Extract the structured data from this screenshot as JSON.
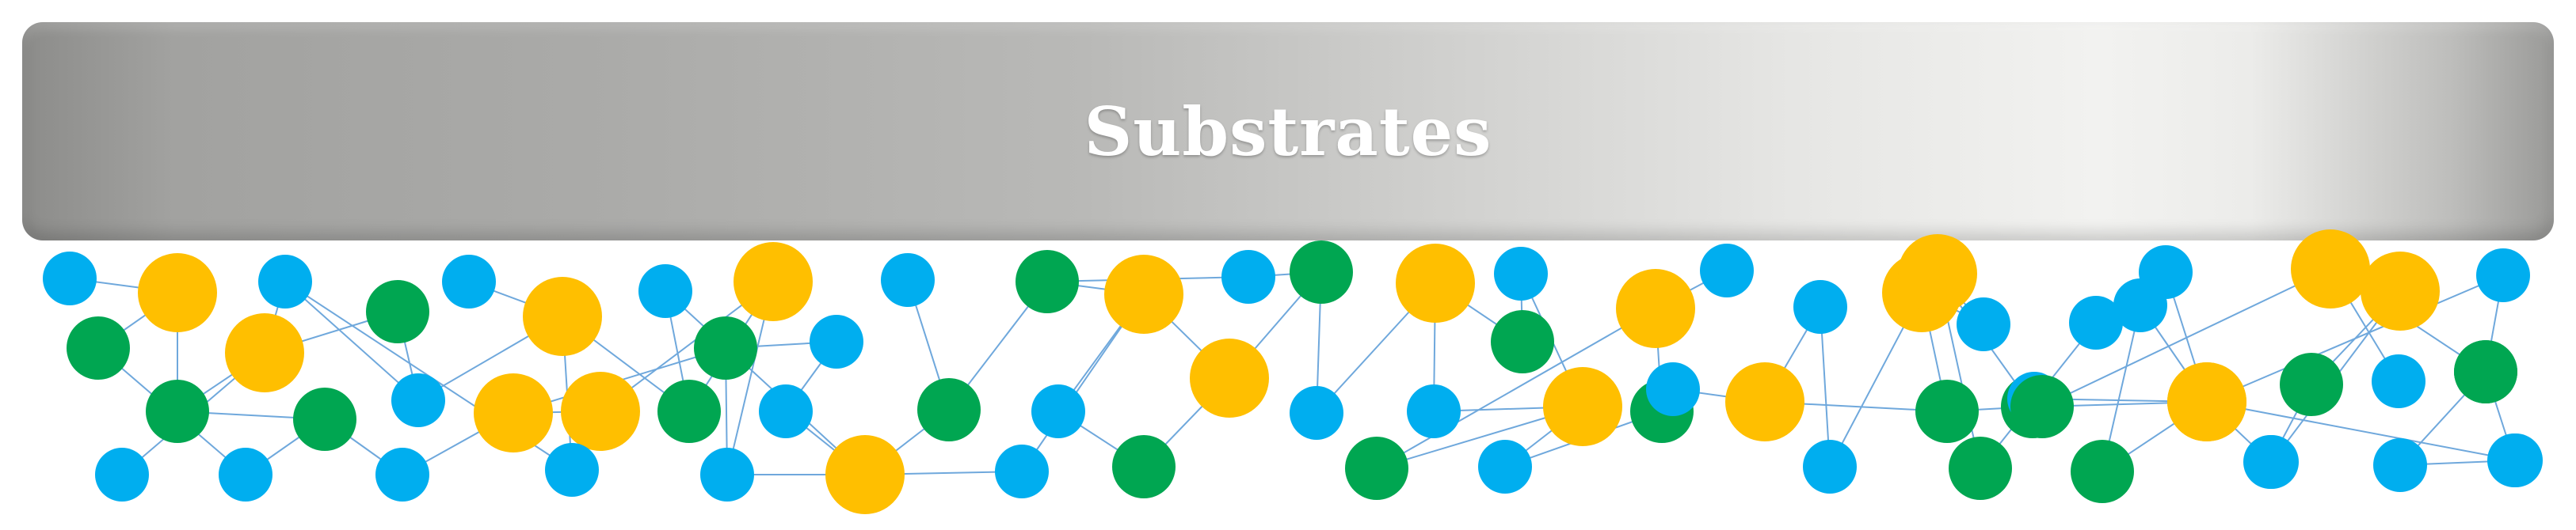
{
  "substrate": {
    "label": "Substrates"
  },
  "colors": {
    "bar_dark": "#8c8c8a",
    "bar_light": "#f2f2f0",
    "label": "#ffffff",
    "cyan": "#00aeef",
    "green": "#00a651",
    "yellow": "#ffbf00",
    "bond": "#6fa8dc"
  },
  "nodes": [
    {
      "id": "a1",
      "type": "cyan"
    },
    {
      "id": "a2",
      "type": "yellow"
    },
    {
      "id": "a3",
      "type": "green"
    },
    {
      "id": "a4",
      "type": "green"
    },
    {
      "id": "a5",
      "type": "yellow"
    },
    {
      "id": "a6",
      "type": "cyan"
    },
    {
      "id": "a7",
      "type": "cyan"
    },
    {
      "id": "a8",
      "type": "cyan"
    },
    {
      "id": "a9",
      "type": "green"
    },
    {
      "id": "a10",
      "type": "green"
    },
    {
      "id": "a11",
      "type": "cyan"
    },
    {
      "id": "a12",
      "type": "yellow"
    },
    {
      "id": "a13",
      "type": "cyan"
    },
    {
      "id": "a14",
      "type": "cyan"
    },
    {
      "id": "a15",
      "type": "yellow"
    },
    {
      "id": "a16",
      "type": "yellow"
    },
    {
      "id": "a17",
      "type": "cyan"
    },
    {
      "id": "a18",
      "type": "cyan"
    },
    {
      "id": "a19",
      "type": "green"
    },
    {
      "id": "a20",
      "type": "yellow"
    },
    {
      "id": "a21",
      "type": "green"
    },
    {
      "id": "a22",
      "type": "cyan"
    },
    {
      "id": "a23",
      "type": "cyan"
    },
    {
      "id": "a24",
      "type": "cyan"
    },
    {
      "id": "a25",
      "type": "yellow"
    },
    {
      "id": "a26",
      "type": "green"
    },
    {
      "id": "a27",
      "type": "cyan"
    },
    {
      "id": "a28",
      "type": "green"
    },
    {
      "id": "a29",
      "type": "cyan"
    },
    {
      "id": "a30",
      "type": "yellow"
    },
    {
      "id": "a31",
      "type": "cyan"
    },
    {
      "id": "a32",
      "type": "green"
    },
    {
      "id": "a33",
      "type": "yellow"
    },
    {
      "id": "a34",
      "type": "cyan"
    },
    {
      "id": "a35",
      "type": "green"
    },
    {
      "id": "a36",
      "type": "cyan"
    },
    {
      "id": "a37",
      "type": "yellow"
    },
    {
      "id": "a38",
      "type": "green"
    },
    {
      "id": "a39",
      "type": "cyan"
    },
    {
      "id": "a40",
      "type": "cyan"
    },
    {
      "id": "a41",
      "type": "yellow"
    },
    {
      "id": "a42",
      "type": "green"
    },
    {
      "id": "a43",
      "type": "cyan"
    },
    {
      "id": "a44",
      "type": "yellow"
    },
    {
      "id": "a45",
      "type": "green"
    },
    {
      "id": "a46",
      "type": "cyan"
    },
    {
      "id": "a47",
      "type": "cyan"
    },
    {
      "id": "a48",
      "type": "yellow"
    },
    {
      "id": "a49",
      "type": "cyan"
    },
    {
      "id": "a50",
      "type": "cyan"
    },
    {
      "id": "a51",
      "type": "yellow"
    },
    {
      "id": "a52",
      "type": "green"
    },
    {
      "id": "a53",
      "type": "cyan"
    },
    {
      "id": "a54",
      "type": "green"
    },
    {
      "id": "a55",
      "type": "yellow"
    },
    {
      "id": "a56",
      "type": "green"
    },
    {
      "id": "a57",
      "type": "cyan"
    },
    {
      "id": "a58",
      "type": "cyan"
    },
    {
      "id": "a59",
      "type": "cyan"
    },
    {
      "id": "a60",
      "type": "green"
    },
    {
      "id": "a61",
      "type": "yellow"
    },
    {
      "id": "a62",
      "type": "cyan"
    },
    {
      "id": "a63",
      "type": "cyan"
    },
    {
      "id": "a64",
      "type": "green"
    },
    {
      "id": "a65",
      "type": "yellow"
    },
    {
      "id": "a66",
      "type": "cyan"
    },
    {
      "id": "a67",
      "type": "yellow"
    },
    {
      "id": "a68",
      "type": "green"
    },
    {
      "id": "a69",
      "type": "cyan"
    },
    {
      "id": "a70",
      "type": "cyan"
    },
    {
      "id": "a71",
      "type": "green"
    },
    {
      "id": "a72",
      "type": "cyan"
    },
    {
      "id": "a73",
      "type": "yellow"
    },
    {
      "id": "a74",
      "type": "cyan"
    },
    {
      "id": "a75",
      "type": "green"
    },
    {
      "id": "a76",
      "type": "cyan"
    }
  ],
  "bonds": [
    [
      "a1",
      "a2"
    ],
    [
      "a2",
      "a3"
    ],
    [
      "a2",
      "a4"
    ],
    [
      "a4",
      "a5"
    ],
    [
      "a4",
      "a9"
    ],
    [
      "a3",
      "a8"
    ],
    [
      "a8",
      "a9"
    ],
    [
      "a9",
      "a14"
    ],
    [
      "a5",
      "a6"
    ],
    [
      "a5",
      "a7"
    ],
    [
      "a5",
      "a10"
    ],
    [
      "a6",
      "a11"
    ],
    [
      "a6",
      "a17"
    ],
    [
      "a10",
      "a11"
    ],
    [
      "a11",
      "a12"
    ],
    [
      "a12",
      "a13"
    ],
    [
      "a12",
      "a17"
    ],
    [
      "a12",
      "a19"
    ],
    [
      "a14",
      "a15"
    ],
    [
      "a15",
      "a16"
    ],
    [
      "a15",
      "a21"
    ],
    [
      "a16",
      "a20"
    ],
    [
      "a16",
      "a17"
    ],
    [
      "a18",
      "a25"
    ],
    [
      "a18",
      "a19"
    ],
    [
      "a19",
      "a20"
    ],
    [
      "a20",
      "a22"
    ],
    [
      "a21",
      "a22"
    ],
    [
      "a21",
      "a23"
    ],
    [
      "a22",
      "a25"
    ],
    [
      "a23",
      "a24"
    ],
    [
      "a24",
      "a25"
    ],
    [
      "a25",
      "a26"
    ],
    [
      "a25",
      "a29"
    ],
    [
      "a26",
      "a27"
    ],
    [
      "a26",
      "a28"
    ],
    [
      "a28",
      "a30"
    ],
    [
      "a28",
      "a34"
    ],
    [
      "a29",
      "a30"
    ],
    [
      "a30",
      "a31"
    ],
    [
      "a30",
      "a33"
    ],
    [
      "a31",
      "a32"
    ],
    [
      "a32",
      "a33"
    ],
    [
      "a33",
      "a35"
    ],
    [
      "a34",
      "a35"
    ],
    [
      "a35",
      "a36"
    ],
    [
      "a36",
      "a37"
    ],
    [
      "a37",
      "a38"
    ],
    [
      "a37",
      "a40"
    ],
    [
      "a38",
      "a39"
    ],
    [
      "a39",
      "a41"
    ],
    [
      "a40",
      "a41"
    ],
    [
      "a41",
      "a42"
    ],
    [
      "a41",
      "a43"
    ],
    [
      "a42",
      "a44"
    ],
    [
      "a43",
      "a45"
    ],
    [
      "a44",
      "a45"
    ],
    [
      "a44",
      "a46"
    ],
    [
      "a45",
      "a47"
    ],
    [
      "a47",
      "a48"
    ],
    [
      "a48",
      "a49"
    ],
    [
      "a48",
      "a52"
    ],
    [
      "a49",
      "a50"
    ],
    [
      "a50",
      "a51"
    ],
    [
      "a51",
      "a52"
    ],
    [
      "a51",
      "a53"
    ],
    [
      "a52",
      "a54"
    ],
    [
      "a53",
      "a55"
    ],
    [
      "a54",
      "a55"
    ],
    [
      "a55",
      "a56"
    ],
    [
      "a56",
      "a57"
    ],
    [
      "a57",
      "a58"
    ],
    [
      "a58",
      "a60"
    ],
    [
      "a58",
      "a61"
    ],
    [
      "a59",
      "a61"
    ],
    [
      "a60",
      "a61"
    ],
    [
      "a61",
      "a62"
    ],
    [
      "a61",
      "a63"
    ],
    [
      "a63",
      "a64"
    ],
    [
      "a64",
      "a65"
    ],
    [
      "a65",
      "a66"
    ],
    [
      "a65",
      "a67"
    ],
    [
      "a67",
      "a68"
    ],
    [
      "a67",
      "a69"
    ],
    [
      "a68",
      "a70"
    ],
    [
      "a70",
      "a72"
    ],
    [
      "a71",
      "a73"
    ],
    [
      "a72",
      "a73"
    ],
    [
      "a73",
      "a74"
    ],
    [
      "a74",
      "a75"
    ],
    [
      "a75",
      "a76"
    ],
    [
      "a71",
      "a67"
    ]
  ]
}
